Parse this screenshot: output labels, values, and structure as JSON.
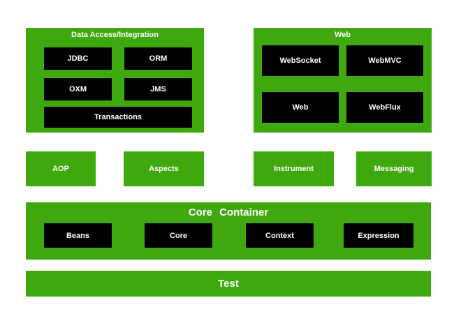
{
  "colors": {
    "green": "#3fa80f",
    "module_black": "#000000",
    "label_white": "#ffffff"
  },
  "diagram": {
    "data_access": {
      "title": "Data Access/Integration",
      "modules": [
        "JDBC",
        "ORM",
        "OXM",
        "JMS",
        "Transactions"
      ]
    },
    "web": {
      "title": "Web",
      "modules": [
        "WebSocket",
        "WebMVC",
        "Web",
        "WebFlux"
      ]
    },
    "middle": [
      "AOP",
      "Aspects",
      "Instrument",
      "Messaging"
    ],
    "core": {
      "title": "Core Container",
      "modules": [
        "Beans",
        "Core",
        "Context",
        "Expression"
      ]
    },
    "test": {
      "title": "Test"
    }
  }
}
